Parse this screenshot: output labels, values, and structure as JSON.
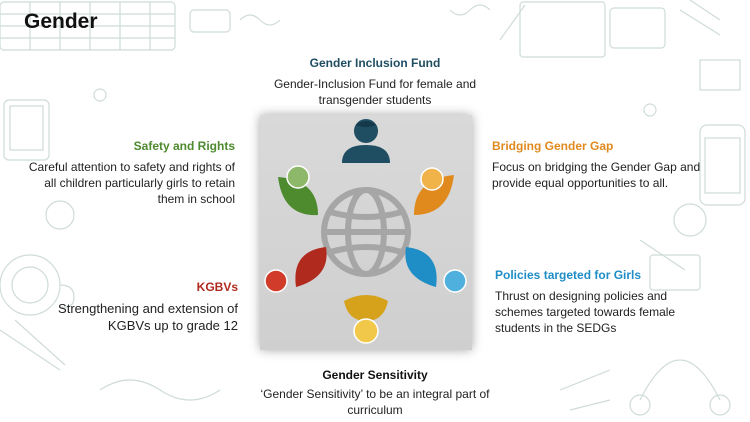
{
  "slide": {
    "title": "Gender"
  },
  "colors": {
    "navy": "#1f4e63",
    "green": "#4e8a2e",
    "orange": "#e08a1e",
    "red": "#b02a1e",
    "blue": "#1f8dc6",
    "gold": "#d6a21c",
    "globe": "#a6a6a6"
  },
  "icons": [
    "globe-icon",
    "person-head-icon"
  ],
  "blocks": {
    "top": {
      "heading": "Gender Inclusion Fund",
      "text": "Gender-Inclusion Fund for female and transgender students"
    },
    "top_left": {
      "heading": "Safety and Rights",
      "text": "Careful attention to safety and rights of all children particularly girls to retain them in school"
    },
    "top_right": {
      "heading": "Bridging Gender Gap",
      "text": "Focus on bridging the Gender Gap and provide equal opportunities to all."
    },
    "mid_left": {
      "heading": "KGBVs",
      "text": "Strengthening and extension of KGBVs up to grade 12"
    },
    "mid_right": {
      "heading": "Policies targeted for Girls",
      "text": "Thrust on designing policies and schemes targeted towards female students in the SEDGs"
    },
    "bottom": {
      "heading": "Gender Sensitivity",
      "text": "‘Gender Sensitivity’ to be an integral part of curriculum"
    }
  }
}
